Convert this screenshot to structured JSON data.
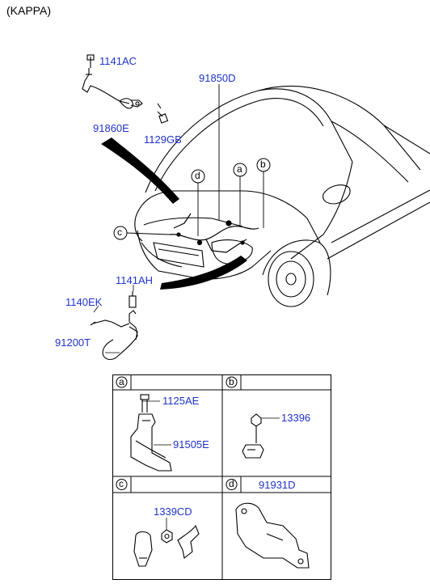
{
  "variant_label": "(KAPPA)",
  "callouts": {
    "a": "a",
    "b": "b",
    "c": "c",
    "d": "d"
  },
  "part_numbers": {
    "ground_bolt_top": "1141AC",
    "wiring_harness": "91850D",
    "battery_cable": "91860E",
    "ground_screw": "1129GB",
    "ground_bolt_front": "1141AH",
    "bracket_bolt": "1140EK",
    "front_ground_cable": "91200T",
    "detail_a_bolt": "1125AE",
    "detail_a_bracket": "91505E",
    "detail_b_nut": "13396",
    "detail_c_nut": "1339CD",
    "detail_d_protector": "91931D"
  },
  "colors": {
    "label": "#1f33c9",
    "line": "#000000"
  }
}
